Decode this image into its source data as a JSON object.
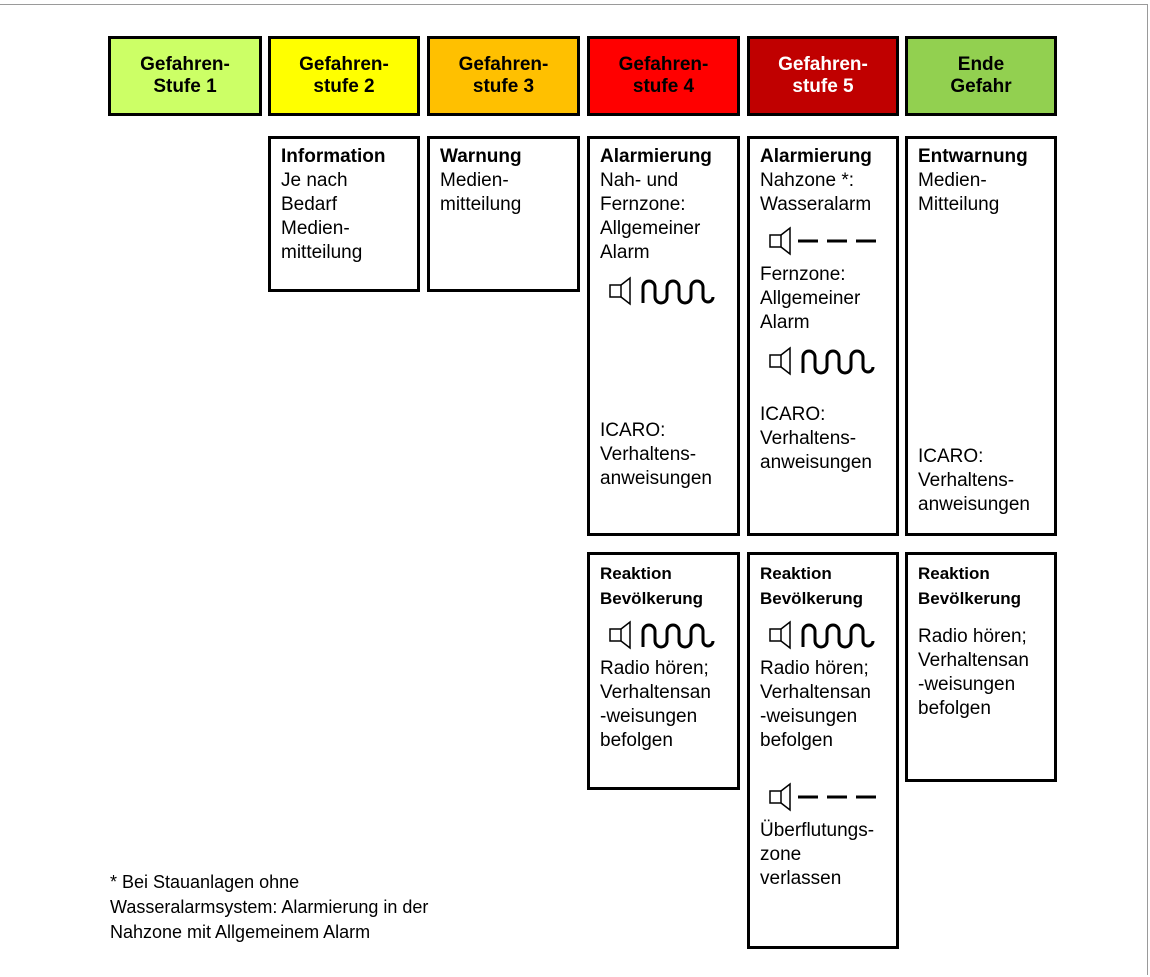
{
  "levels": [
    {
      "line1": "Gefahren-",
      "line2": "Stufe 1",
      "bg": "#ccff66",
      "fg": "#000000"
    },
    {
      "line1": "Gefahren-",
      "line2": "stufe 2",
      "bg": "#ffff00",
      "fg": "#000000"
    },
    {
      "line1": "Gefahren-",
      "line2": "stufe 3",
      "bg": "#ffc000",
      "fg": "#000000"
    },
    {
      "line1": "Gefahren-",
      "line2": "stufe 4",
      "bg": "#ff0000",
      "fg": "#000000"
    },
    {
      "line1": "Gefahren-",
      "line2": "stufe 5",
      "bg": "#c00000",
      "fg": "#ffffff"
    },
    {
      "line1": "Ende",
      "line2": "Gefahr",
      "bg": "#92d050",
      "fg": "#000000"
    }
  ],
  "info2": {
    "title": "Information",
    "lines": [
      "Je nach",
      "Bedarf",
      "Medien-",
      "mitteilung"
    ]
  },
  "info3": {
    "title": "Warnung",
    "lines": [
      "Medien-",
      "mitteilung"
    ]
  },
  "alarm4": {
    "title": "Alarmierung",
    "lines": [
      "Nah- und",
      "Fernzone:",
      "Allgemeiner",
      "Alarm"
    ],
    "symbol": "siren-general-alarm",
    "icaro": [
      "ICARO:",
      "Verhaltens-",
      "anweisungen"
    ]
  },
  "alarm5": {
    "title": "Alarmierung",
    "lines_a": [
      "Nahzone *:",
      "Wasseralarm"
    ],
    "symbol_a": "siren-water-alarm",
    "lines_b": [
      "Fernzone:",
      "Allgemeiner",
      "Alarm"
    ],
    "symbol_b": "siren-general-alarm",
    "icaro": [
      "ICARO:",
      "Verhaltens-",
      "anweisungen"
    ]
  },
  "alarm6": {
    "title": "Entwarnung",
    "lines": [
      "Medien-",
      "Mitteilung"
    ],
    "icaro": [
      "ICARO:",
      "Verhaltens-",
      "anweisungen"
    ]
  },
  "react4": {
    "title": [
      "Reaktion",
      "Bevölkerung"
    ],
    "symbol": "siren-general-alarm",
    "lines": [
      "Radio hören;",
      "Verhaltensan",
      "-weisungen",
      "befolgen"
    ]
  },
  "react5": {
    "title": [
      "Reaktion",
      "Bevölkerung"
    ],
    "symbol": "siren-general-alarm",
    "lines": [
      "Radio hören;",
      "Verhaltensan",
      "-weisungen",
      "befolgen"
    ],
    "symbol_b": "siren-water-alarm",
    "lines_b": [
      "Überflutungs-",
      "zone",
      "verlassen"
    ]
  },
  "react6": {
    "title": [
      "Reaktion",
      "Bevölkerung"
    ],
    "lines": [
      "Radio hören;",
      "Verhaltensan",
      "-weisungen",
      "befolgen"
    ]
  },
  "footnote": [
    "* Bei Stauanlagen ohne",
    "Wasseralarmsystem: Alarmierung in der",
    "Nahzone mit Allgemeinem Alarm"
  ]
}
